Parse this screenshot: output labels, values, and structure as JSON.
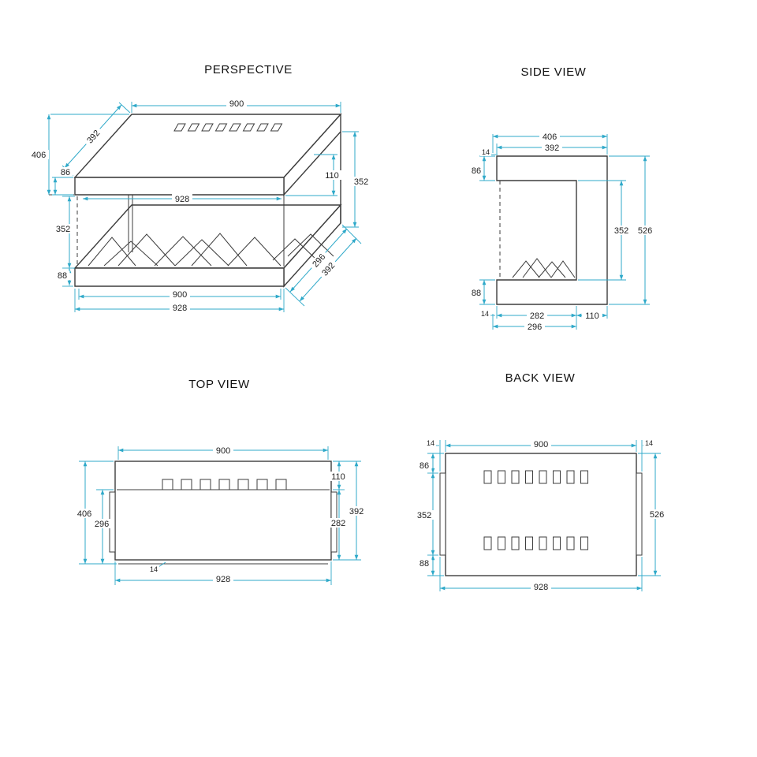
{
  "colors": {
    "dimension_lines": "#2fa9c9",
    "drawing_lines": "#3d3d3d",
    "text": "#1f1f1f",
    "background": "#ffffff"
  },
  "views": {
    "perspective": {
      "title": "PERSPECTIVE",
      "dims": {
        "top_width": "900",
        "top_depth": "392",
        "overall_depth": "406",
        "top_thickness": "86",
        "right_back": "110",
        "right_opening": "352",
        "inner_width": "928",
        "left_opening": "352",
        "base_thickness": "88",
        "bottom_inner": "900",
        "bottom_outer": "928",
        "depth_inner": "296",
        "depth_outer": "392"
      }
    },
    "side": {
      "title": "SIDE VIEW",
      "dims": {
        "overall_depth": "406",
        "body_depth": "392",
        "front_offset_top": "14",
        "top_thickness": "86",
        "opening_height": "352",
        "overall_height": "526",
        "base_thickness": "88",
        "front_offset_bottom": "14",
        "opening_depth": "282",
        "back_depth": "110",
        "inner_depth": "296"
      }
    },
    "top": {
      "title": "TOP VIEW",
      "dims": {
        "inner_width": "900",
        "back_depth": "110",
        "body_depth": "392",
        "opening_depth": "282",
        "overall_depth": "406",
        "side_depth": "296",
        "front_offset": "14",
        "outer_width": "928"
      }
    },
    "back": {
      "title": "BACK VIEW",
      "dims": {
        "left_offset": "14",
        "inner_width": "900",
        "right_offset": "14",
        "top_thickness": "86",
        "opening_height": "352",
        "base_thickness": "88",
        "overall_height": "526",
        "outer_width": "928"
      }
    }
  }
}
